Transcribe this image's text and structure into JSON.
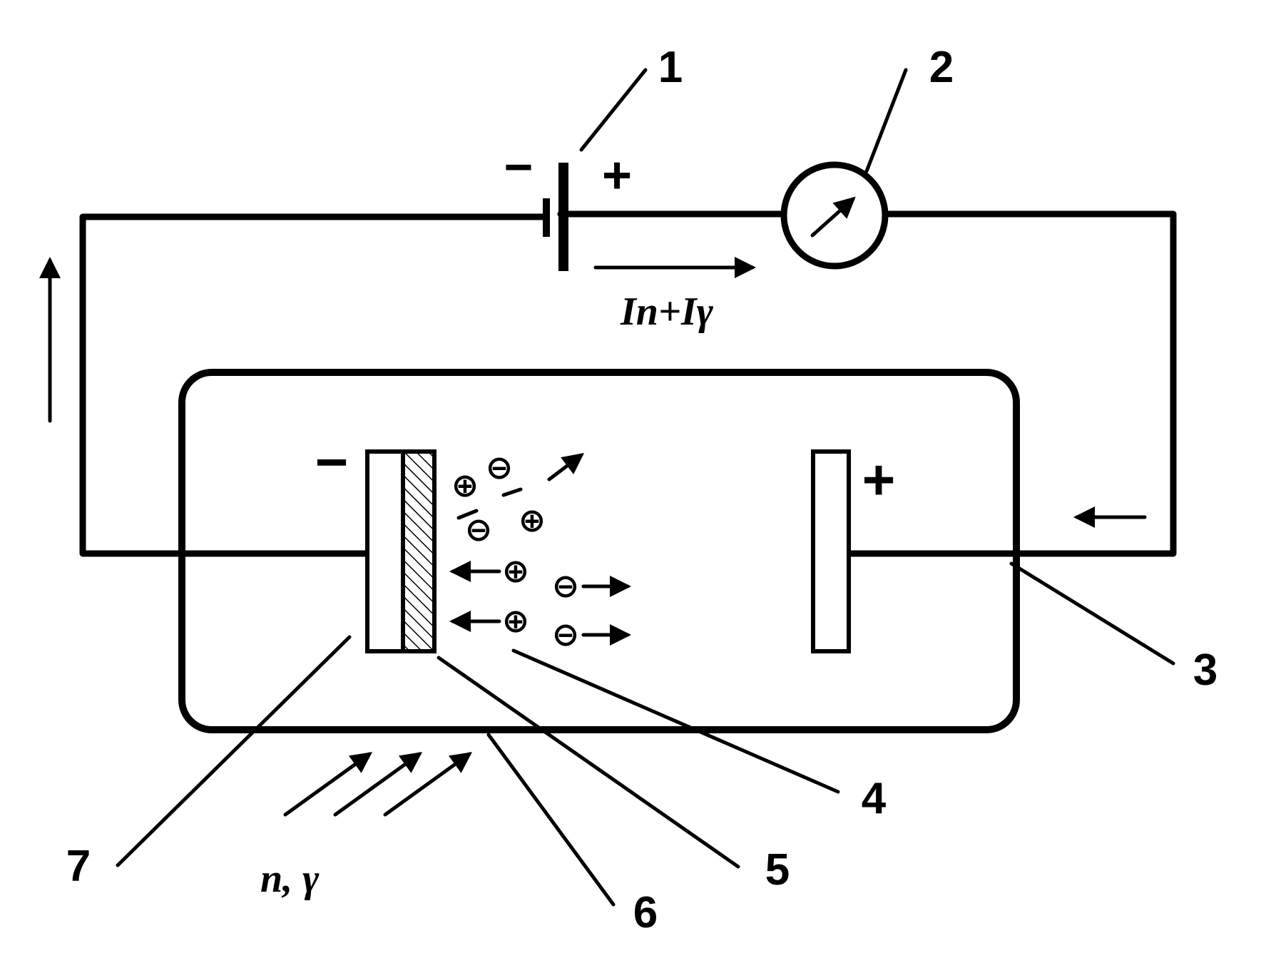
{
  "callouts": {
    "n1": "1",
    "n2": "2",
    "n3": "3",
    "n4": "4",
    "n5": "5",
    "n6": "6",
    "n7": "7"
  },
  "battery": {
    "minus": "−",
    "plus": "+"
  },
  "current_label": "In+Iγ",
  "radiation_label": "n, γ",
  "chamber": {
    "cathode_sign": "−",
    "anode_sign": "+"
  },
  "ions": {
    "positive": "⊕",
    "negative": "⊖"
  }
}
